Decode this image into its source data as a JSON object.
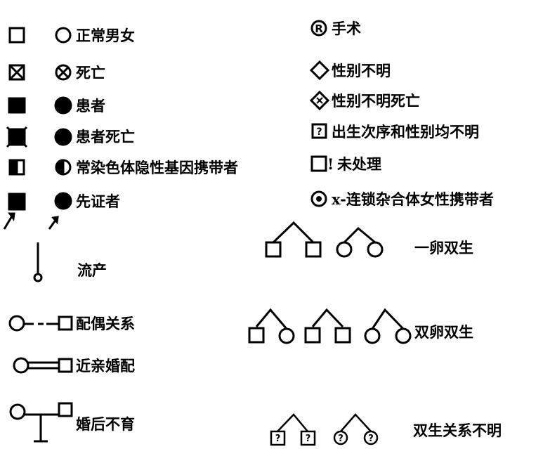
{
  "legend_left": [
    {
      "label": "正常男女"
    },
    {
      "label": "死亡"
    },
    {
      "label": "患者"
    },
    {
      "label": "患者死亡"
    },
    {
      "label": "常染色体隐性基因携带者"
    },
    {
      "label": "先证者"
    }
  ],
  "abortion": {
    "label": "流产"
  },
  "relations": [
    {
      "label": "配偶关系"
    },
    {
      "label": "近亲婚配"
    },
    {
      "label": "婚后不育"
    }
  ],
  "legend_right": [
    {
      "symbol": "®",
      "label": "手术"
    },
    {
      "label": "性别不明"
    },
    {
      "label": "性别不明死亡"
    },
    {
      "symbol": "?",
      "label": "出生次序和性别均不明"
    },
    {
      "symbol": "!",
      "label": "未处理"
    },
    {
      "label": "x-连锁杂合体女性携带者"
    }
  ],
  "twins": [
    {
      "label": "一卵双生"
    },
    {
      "label": "双卵双生"
    },
    {
      "label": "双生关系不明",
      "symbol": "?"
    }
  ],
  "colors": {
    "ink": "#000000",
    "background": "#ffffff"
  }
}
